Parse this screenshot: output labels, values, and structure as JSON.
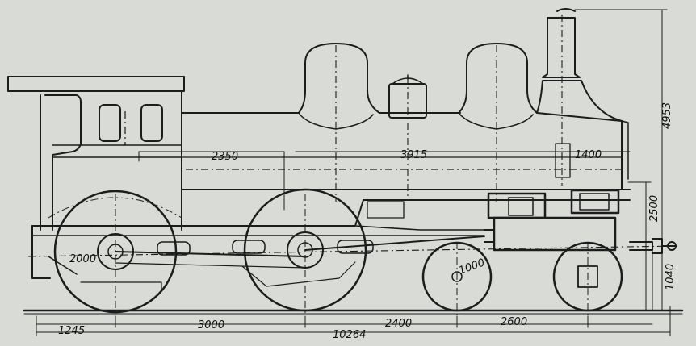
{
  "dimensions": {
    "d_2350": "2350",
    "d_3915": "3915",
    "d_1400": "1400",
    "d_4953": "4953",
    "d_2500": "2500",
    "d_1040": "1040",
    "d_2000": "2000",
    "d_1000": "1000",
    "d_1245": "1245",
    "d_3000": "3000",
    "d_2400": "2400",
    "d_2600": "2600",
    "d_10264": "10264"
  },
  "colors": {
    "paper": "#d9dbd7",
    "ink": "#1c1c1c"
  }
}
